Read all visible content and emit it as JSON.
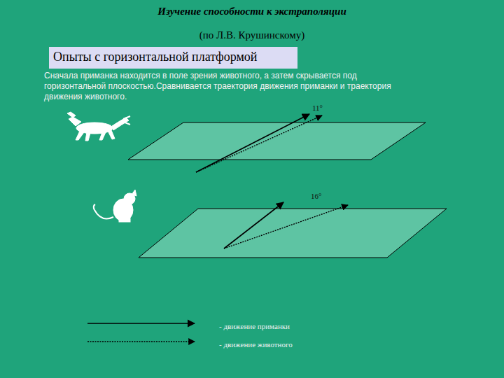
{
  "diagram": {
    "title": "Изучение способности к экстраполяции",
    "nodes": [
      {
        "text": [
          "Опыты с горизонтальной платформой"
        ]
      }
    ],
    "edges": [],
    "labels": [
      "(по Л.В. Крушинскому)",
      "Сначала приманка находится в поле зрения животного, а затем скрывается под горизонтальной плоскостью.Сравнивается траектория движения приманки и траектория движения животного.",
      "11°",
      "16°"
    ],
    "legend": [
      {
        "text": "- движение приманки"
      },
      {
        "text": "- движение животного"
      }
    ]
  }
}
